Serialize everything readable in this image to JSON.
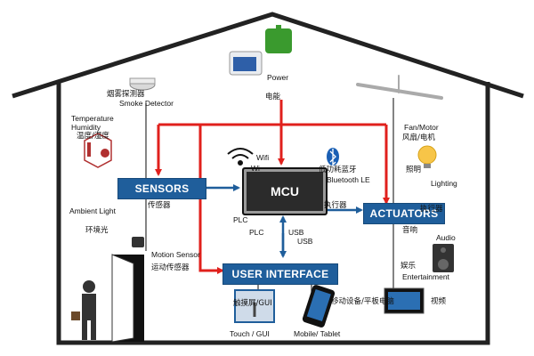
{
  "power": {
    "label_en": "Power",
    "label_cn": "电能"
  },
  "mcu": {
    "label": "MCU"
  },
  "sensors": {
    "title": "SENSORS",
    "title_cn": "传感器",
    "smoke": {
      "label_en": "Smoke Detector",
      "label_cn": "烟雾探测器"
    },
    "temperature": {
      "label_en": "Temperature\nHumidity",
      "label_cn": "温度/湿度"
    },
    "ambient": {
      "label_en": "Ambient Light",
      "label_cn": "环境光"
    },
    "motion": {
      "label_en": "Motion Sensor",
      "label_cn": "运动传感器"
    }
  },
  "connectivity": {
    "wifi_en": "Wifi",
    "wifi_cn": "Wi",
    "bluetooth_en": "Bluetooth LE",
    "bluetooth_cn": "低功耗蓝牙",
    "plc_en": "PLC",
    "plc_label": "PLC",
    "usb_en": "USB",
    "usb_label": "USB"
  },
  "actuators": {
    "title": "ACTUATORS",
    "title_cn": "执行器",
    "connector_cn": "执行器",
    "fan": {
      "label_en": "Fan/Motor",
      "label_cn": "风扇/电机"
    },
    "lighting": {
      "label_en": "Lighting",
      "label_cn": "照明"
    },
    "audio": {
      "label_en": "Audio",
      "label_cn": "音响"
    },
    "entertainment": {
      "label_en": "Entertainment",
      "label_cn": "娱乐"
    },
    "tv": {
      "label_cn": "视频"
    }
  },
  "user_interface": {
    "title": "USER INTERFACE",
    "touch": {
      "label_en": "Touch / GUI",
      "label_cn": "触摸屏/GUI"
    },
    "mobile": {
      "label_en": "Mobile/ Tablet",
      "label_cn": "移动设备/平板电脑"
    }
  },
  "colors": {
    "arrow_red": "#e0201c",
    "arrow_blue": "#1f5e9b",
    "box_blue": "#1f5e9b",
    "house_outline": "#222222"
  }
}
